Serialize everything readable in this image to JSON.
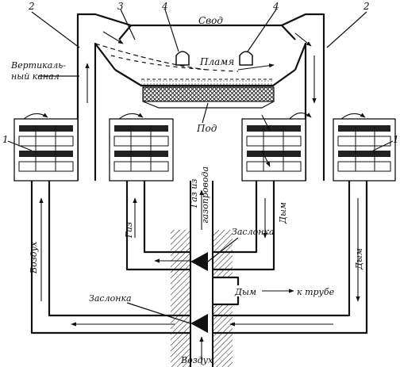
{
  "labels": {
    "roof": "Свод",
    "flame": "Пламя",
    "hearth": "Под",
    "vertical_channel_1": "Вертикаль-",
    "vertical_channel_2": "ный канал",
    "gas_pipe_1": "Газ  из",
    "gas_pipe_2": "газопровода",
    "gas": "Газ",
    "smoke_right": "Дым",
    "smoke_far": "Дым",
    "smoke_out": "Дым",
    "to_chimney": "к трубе",
    "air_left": "Воздух",
    "air_bottom": "Воздух",
    "damper_top": "Заслонка",
    "damper_bottom": "Заслонка"
  },
  "callouts": {
    "n1_left": "1",
    "n1_right": "1",
    "n2_left": "2",
    "n2_right": "2",
    "n3": "3",
    "n4_left": "4",
    "n4_right": "4"
  }
}
